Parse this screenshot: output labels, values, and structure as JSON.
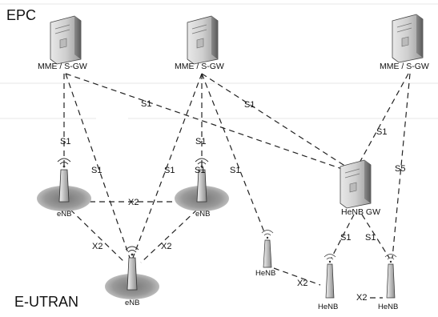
{
  "regions": {
    "core": "EPC",
    "access": "E-UTRAN"
  },
  "nodes": {
    "mme1": "MME / S-GW",
    "mme2": "MME / S-GW",
    "mme3": "MME / S-GW",
    "henb_gw": "HeNB GW",
    "enb1": "eNB",
    "enb2": "eNB",
    "enb3": "eNB",
    "henb1": "HeNB",
    "henb2": "HeNB",
    "henb3": "HeNB"
  },
  "interfaces": {
    "s1_a": "S1",
    "s1_b": "S1",
    "s1_c": "S1",
    "s1_d": "S1",
    "s1_e": "S1",
    "s1_f": "S1",
    "s1_g": "S1",
    "s1_h": "S1",
    "s1_i": "S1",
    "s1_j": "S1",
    "s1_k": "S1",
    "s5": "S5",
    "x2_a": "X2",
    "x2_b": "X2",
    "x2_c": "X2",
    "x2_d": "X2",
    "x2_e": "X2"
  }
}
